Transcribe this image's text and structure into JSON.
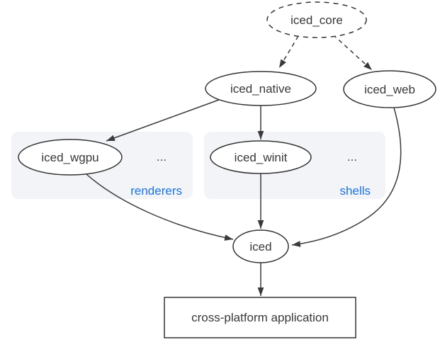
{
  "diagram": {
    "type": "dependency-graph",
    "background": "#ffffff"
  },
  "nodes": {
    "iced_core": {
      "label": "iced_core",
      "shape": "ellipse",
      "border": "dashed"
    },
    "iced_native": {
      "label": "iced_native",
      "shape": "ellipse",
      "border": "solid"
    },
    "iced_web": {
      "label": "iced_web",
      "shape": "ellipse",
      "border": "solid"
    },
    "iced_wgpu": {
      "label": "iced_wgpu",
      "shape": "ellipse",
      "border": "solid"
    },
    "iced_winit": {
      "label": "iced_winit",
      "shape": "ellipse",
      "border": "solid"
    },
    "iced": {
      "label": "iced",
      "shape": "ellipse",
      "border": "solid"
    },
    "app": {
      "label": "cross-platform application",
      "shape": "rectangle",
      "border": "solid"
    }
  },
  "groups": {
    "renderers": {
      "label": "renderers",
      "ellipsis": "...",
      "contains": [
        "iced_wgpu"
      ]
    },
    "shells": {
      "label": "shells",
      "ellipsis": "...",
      "contains": [
        "iced_winit"
      ]
    }
  },
  "edges": [
    {
      "from": "iced_core",
      "to": "iced_native",
      "style": "dashed"
    },
    {
      "from": "iced_core",
      "to": "iced_web",
      "style": "dashed"
    },
    {
      "from": "iced_native",
      "to": "iced_wgpu",
      "style": "solid"
    },
    {
      "from": "iced_native",
      "to": "iced_winit",
      "style": "solid"
    },
    {
      "from": "iced_wgpu",
      "to": "iced",
      "style": "solid"
    },
    {
      "from": "iced_winit",
      "to": "iced",
      "style": "solid"
    },
    {
      "from": "iced_web",
      "to": "iced",
      "style": "solid"
    },
    {
      "from": "iced",
      "to": "app",
      "style": "solid"
    }
  ],
  "colors": {
    "background": "#ffffff",
    "line": "#3b3b3b",
    "node_stroke": "#333333",
    "node_fill": "#ffffff",
    "text": "#383838",
    "group_background": "#f2f4f8",
    "group_label": "#1a73e8"
  }
}
